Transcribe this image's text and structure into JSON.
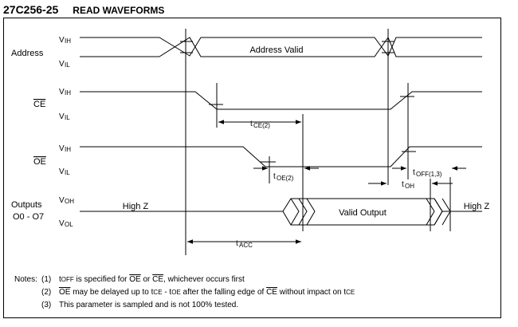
{
  "title": {
    "part": "27C256-25",
    "name": "READ WAVEFORMS"
  },
  "signals": {
    "address": {
      "label": "Address",
      "high": "V",
      "high_sub": "IH",
      "low": "V",
      "low_sub": "IL",
      "valid": "Address Valid"
    },
    "ce": {
      "label": "CE",
      "high": "V",
      "high_sub": "IH",
      "low": "V",
      "low_sub": "IL"
    },
    "oe": {
      "label": "OE",
      "high": "V",
      "high_sub": "IH",
      "low": "V",
      "low_sub": "IL"
    },
    "outputs": {
      "label1": "Outputs",
      "label2": "O0 - O7",
      "high": "V",
      "high_sub": "OH",
      "low": "V",
      "low_sub": "OL",
      "highz_left": "High Z",
      "valid": "Valid Output",
      "highz_right": "High Z"
    }
  },
  "timing": {
    "tce": {
      "t": "t",
      "sub": "CE(2)"
    },
    "toe": {
      "t": "t",
      "sub": "OE(2)"
    },
    "toff": {
      "t": "t",
      "sub": "OFF(1,3)"
    },
    "toh": {
      "t": "t",
      "sub": "OH"
    },
    "tacc": {
      "t": "t",
      "sub": "ACC"
    }
  },
  "notes": {
    "heading": "Notes:",
    "n1": {
      "num": "(1)",
      "t": "t",
      "off": "OFF",
      "mid": " is specified for ",
      "oe": "OE",
      "or": " or ",
      "ce": "CE",
      "end": ", whichever occurs first"
    },
    "n2": {
      "num": "(2)",
      "oe": "OE",
      "a": " may be delayed up to t",
      "sub1": "CE",
      "b": " - t",
      "sub2": "OE",
      "c": " after the falling edge of ",
      "ce": "CE",
      "d": " without impact on t",
      "sub3": "CE"
    },
    "n3": {
      "num": "(3)",
      "text": "This parameter is sampled and is not 100% tested."
    }
  }
}
